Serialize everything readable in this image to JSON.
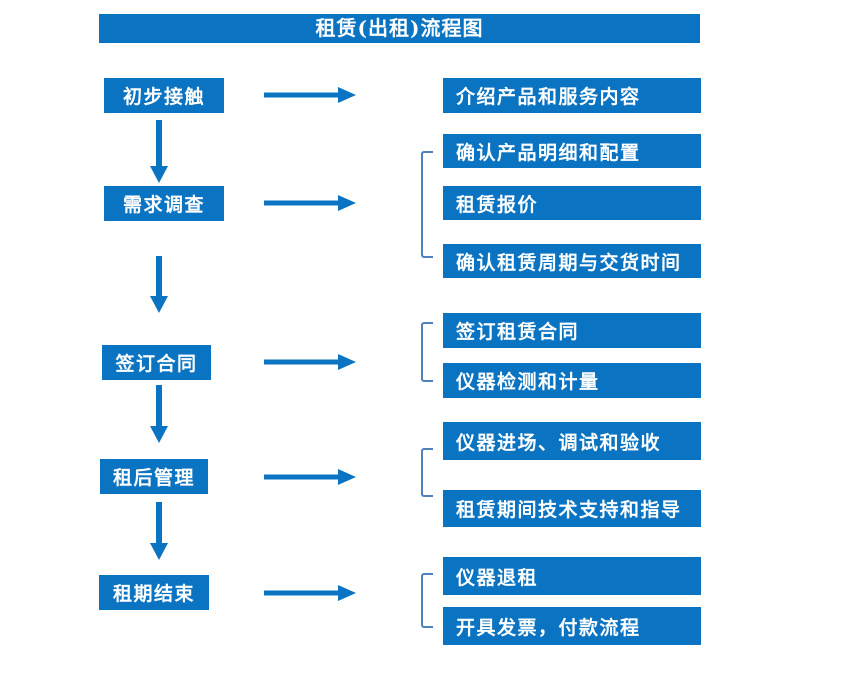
{
  "title": "租赁(出租)流程图",
  "colors": {
    "primary": "#0b74c2",
    "bracket": "#4f81bd",
    "box_text": "#ffffff",
    "background": "#ffffff"
  },
  "steps": [
    {
      "label": "初步接触",
      "outputs": [
        "介绍产品和服务内容"
      ]
    },
    {
      "label": "需求调查",
      "outputs": [
        "确认产品明细和配置",
        "租赁报价",
        "确认租赁周期与交货时间"
      ]
    },
    {
      "label": "签订合同",
      "outputs": [
        "签订租赁合同",
        "仪器检测和计量"
      ]
    },
    {
      "label": "租后管理",
      "outputs": [
        "仪器进场、调试和验收",
        "租赁期间技术支持和指导"
      ]
    },
    {
      "label": "租期结束",
      "outputs": [
        "仪器退租",
        "开具发票，付款流程"
      ]
    }
  ]
}
